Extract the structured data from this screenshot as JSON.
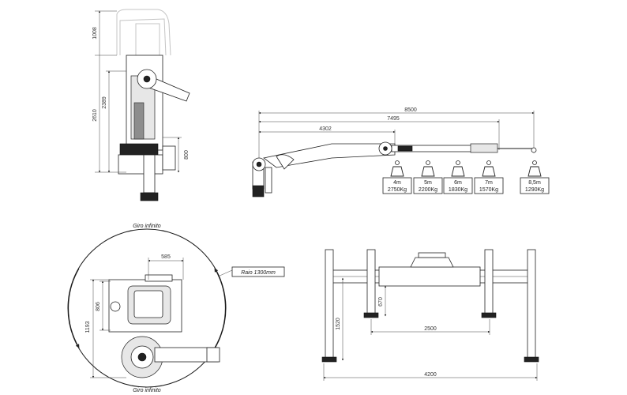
{
  "side_view": {
    "dims": [
      "1008",
      "2610",
      "2389",
      "800"
    ]
  },
  "boom_view": {
    "dims": [
      "8500",
      "7495",
      "4302"
    ],
    "loads": [
      {
        "reach": "4m",
        "weight": "2750Kg"
      },
      {
        "reach": "5m",
        "weight": "2200Kg"
      },
      {
        "reach": "6m",
        "weight": "1830Kg"
      },
      {
        "reach": "7m",
        "weight": "1570Kg"
      },
      {
        "reach": "8,5m",
        "weight": "1290Kg"
      }
    ]
  },
  "top_view": {
    "rotation_top": "Giro infinito",
    "rotation_bottom": "Giro infinito",
    "radius_label": "Raio 1300mm",
    "dims": [
      "585",
      "806",
      "1193"
    ]
  },
  "front_view": {
    "dims": [
      "670",
      "1520",
      "2500",
      "4200"
    ]
  }
}
